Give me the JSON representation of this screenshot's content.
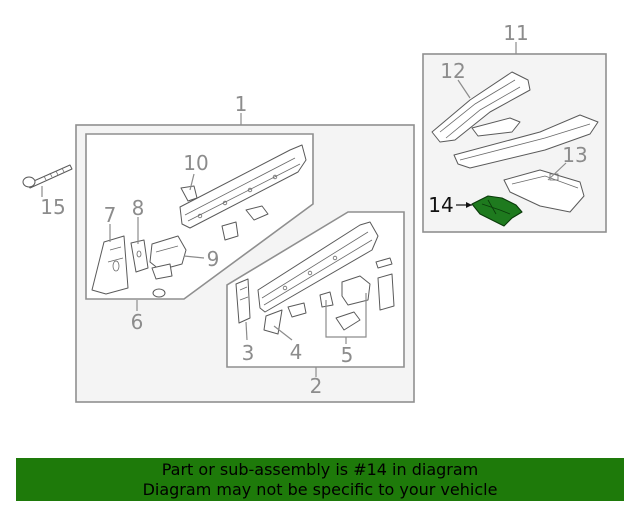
{
  "diagram": {
    "callouts": {
      "c1": "1",
      "c2": "2",
      "c3": "3",
      "c4": "4",
      "c5": "5",
      "c6": "6",
      "c7": "7",
      "c8": "8",
      "c9": "9",
      "c10": "10",
      "c11": "11",
      "c12": "12",
      "c13": "13",
      "c14": "14",
      "c15": "15"
    },
    "highlighted_part": "14",
    "highlight_color": "#1e7a1e"
  },
  "banner": {
    "line1": "Part or sub-assembly is #14 in diagram",
    "line2": "Diagram may not be specific to your vehicle",
    "background": "#1e7a0a"
  }
}
